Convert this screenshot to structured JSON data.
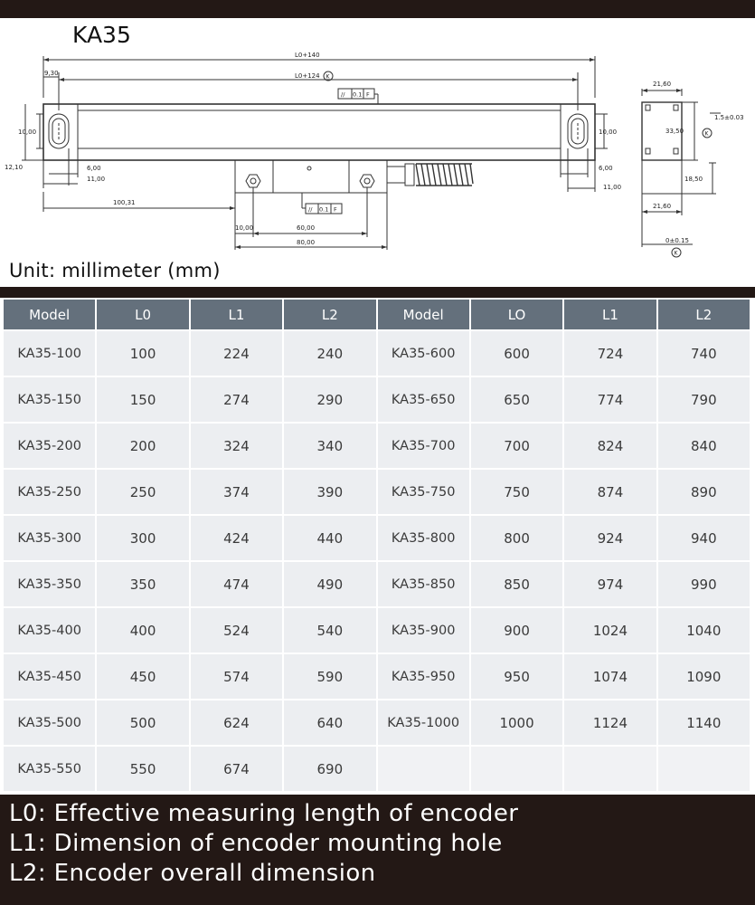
{
  "title": "KA35",
  "unit": "Unit: millimeter (mm)",
  "drawing_labels": {
    "l0_140": "L0+140",
    "l0_124": "L0+124",
    "k": "K",
    "d_9_30": "9,30",
    "d_10_left": "10,00",
    "d_12_10": "12,10",
    "d_6_left": "6,00",
    "d_11_left": "11,00",
    "d_100_31": "100,31",
    "d_10_bottom": "10,00",
    "d_60": "60,00",
    "d_80": "80,00",
    "d_10_right": "10,00",
    "d_6_right": "6,00",
    "d_11_right": "11,00",
    "tol_top": "0.1",
    "tol_top_ref": "F",
    "tol_bottom": "0.1",
    "tol_bottom_ref": "F",
    "tol_par": "//",
    "side_21_60_top": "21,60",
    "side_33_50": "33,50",
    "side_1_5": "1.5±0.03",
    "side_18_50": "18,50",
    "side_21_60_bottom": "21,60",
    "side_0_15": "0±0.15"
  },
  "table": {
    "headers": [
      "Model",
      "L0",
      "L1",
      "L2",
      "Model",
      "LO",
      "L1",
      "L2"
    ],
    "rows": [
      [
        "KA35-100",
        "100",
        "224",
        "240",
        "KA35-600",
        "600",
        "724",
        "740"
      ],
      [
        "KA35-150",
        "150",
        "274",
        "290",
        "KA35-650",
        "650",
        "774",
        "790"
      ],
      [
        "KA35-200",
        "200",
        "324",
        "340",
        "KA35-700",
        "700",
        "824",
        "840"
      ],
      [
        "KA35-250",
        "250",
        "374",
        "390",
        "KA35-750",
        "750",
        "874",
        "890"
      ],
      [
        "KA35-300",
        "300",
        "424",
        "440",
        "KA35-800",
        "800",
        "924",
        "940"
      ],
      [
        "KA35-350",
        "350",
        "474",
        "490",
        "KA35-850",
        "850",
        "974",
        "990"
      ],
      [
        "KA35-400",
        "400",
        "524",
        "540",
        "KA35-900",
        "900",
        "1024",
        "1040"
      ],
      [
        "KA35-450",
        "450",
        "574",
        "590",
        "KA35-950",
        "950",
        "1074",
        "1090"
      ],
      [
        "KA35-500",
        "500",
        "624",
        "640",
        "KA35-1000",
        "1000",
        "1124",
        "1140"
      ],
      [
        "KA35-550",
        "550",
        "674",
        "690",
        "",
        "",
        "",
        ""
      ]
    ]
  },
  "footer": {
    "line1": "L0: Effective measuring length of encoder",
    "line2": "L1: Dimension of encoder mounting hole",
    "line3": "L2: Encoder overall dimension"
  }
}
